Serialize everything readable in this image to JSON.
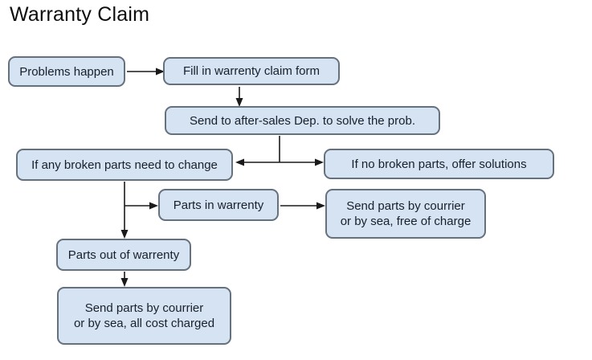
{
  "title": "Warranty Claim",
  "colors": {
    "background": "#ffffff",
    "node_fill": "#d6e3f3",
    "node_border": "#66717e",
    "node_text": "#18202b",
    "arrow": "#1a1a1a",
    "title_color": "#0d0d0d"
  },
  "chart_data": {
    "type": "flowchart",
    "title": "Warranty Claim",
    "nodes": [
      {
        "id": "problems",
        "label": "Problems happen"
      },
      {
        "id": "fill-form",
        "label": "Fill in warrenty claim form"
      },
      {
        "id": "send-dept",
        "label": "Send to after-sales Dep. to solve the prob."
      },
      {
        "id": "broken",
        "label": "If any broken parts need to change"
      },
      {
        "id": "no-broken",
        "label": "If no broken parts, offer solutions"
      },
      {
        "id": "in-warranty",
        "label": "Parts in warrenty"
      },
      {
        "id": "free-charge",
        "label": "Send parts by courrier\nor by sea, free of charge"
      },
      {
        "id": "out-warranty",
        "label": "Parts out of warrenty"
      },
      {
        "id": "cost-charged",
        "label": "Send parts by courrier\nor by sea, all cost charged"
      }
    ],
    "edges": [
      {
        "from": "problems",
        "to": "fill-form"
      },
      {
        "from": "fill-form",
        "to": "send-dept"
      },
      {
        "from": "send-dept",
        "to": "broken"
      },
      {
        "from": "send-dept",
        "to": "no-broken"
      },
      {
        "from": "broken",
        "to": "in-warranty"
      },
      {
        "from": "broken",
        "to": "out-warranty"
      },
      {
        "from": "in-warranty",
        "to": "free-charge"
      },
      {
        "from": "out-warranty",
        "to": "cost-charged"
      }
    ]
  },
  "nodes": [
    {
      "label": "Problems happen"
    },
    {
      "label": "Fill in warrenty claim form"
    },
    {
      "label": "Send to after-sales Dep. to solve the prob."
    },
    {
      "label": "If any broken parts need to change"
    },
    {
      "label": "If no broken parts, offer solutions"
    },
    {
      "label": "Parts in warrenty"
    },
    {
      "label": "Send parts by courrier\nor by sea, free of charge"
    },
    {
      "label": "Parts out of warrenty"
    },
    {
      "label": "Send parts by courrier\nor by sea, all cost charged"
    }
  ]
}
